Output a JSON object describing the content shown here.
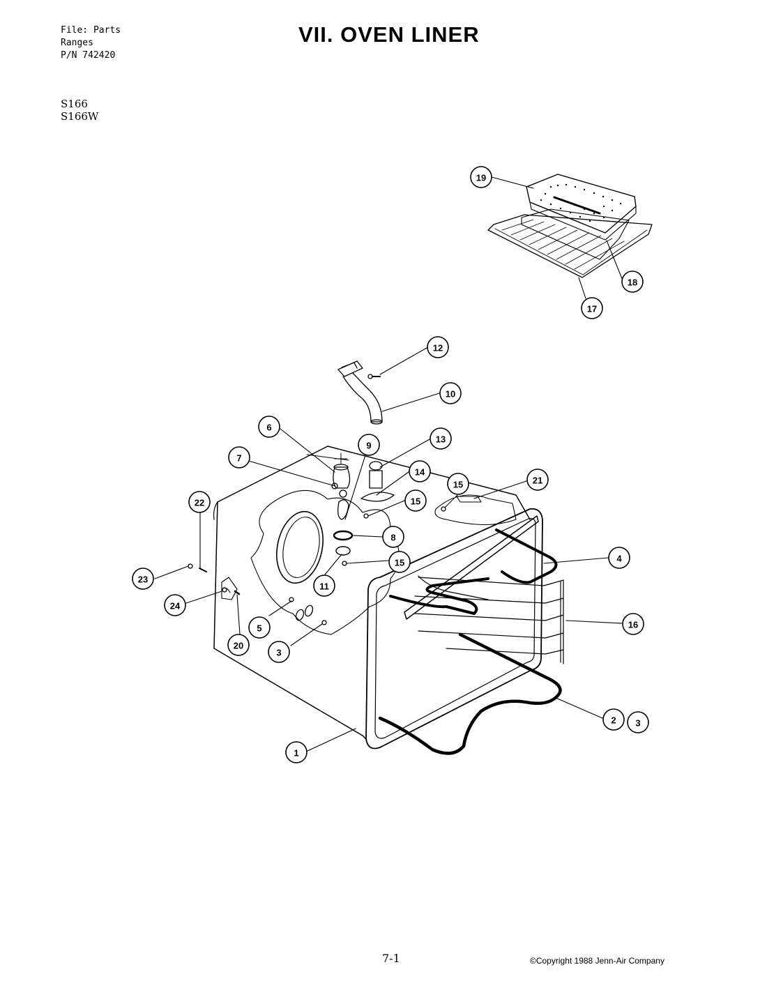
{
  "header": {
    "file_line": "File: Parts",
    "category_line": "Ranges",
    "part_number_line": "P/N 742420"
  },
  "models": [
    "S166",
    "S166W"
  ],
  "title": "VII. OVEN LINER",
  "footer": {
    "page_number": "7-1",
    "copyright": "©Copyright 1988 Jenn-Air Company"
  },
  "callouts": [
    {
      "id": "c19",
      "label": "19"
    },
    {
      "id": "c18",
      "label": "18"
    },
    {
      "id": "c17",
      "label": "17"
    },
    {
      "id": "c12",
      "label": "12"
    },
    {
      "id": "c10",
      "label": "10"
    },
    {
      "id": "c6",
      "label": "6"
    },
    {
      "id": "c9",
      "label": "9"
    },
    {
      "id": "c13",
      "label": "13"
    },
    {
      "id": "c7",
      "label": "7"
    },
    {
      "id": "c14",
      "label": "14"
    },
    {
      "id": "c15a",
      "label": "15"
    },
    {
      "id": "c15b",
      "label": "15"
    },
    {
      "id": "c21",
      "label": "21"
    },
    {
      "id": "c22",
      "label": "22"
    },
    {
      "id": "c8",
      "label": "8"
    },
    {
      "id": "c15c",
      "label": "15"
    },
    {
      "id": "c4",
      "label": "4"
    },
    {
      "id": "c11",
      "label": "11"
    },
    {
      "id": "c23",
      "label": "23"
    },
    {
      "id": "c24",
      "label": "24"
    },
    {
      "id": "c16",
      "label": "16"
    },
    {
      "id": "c5",
      "label": "5"
    },
    {
      "id": "c20",
      "label": "20"
    },
    {
      "id": "c3a",
      "label": "3"
    },
    {
      "id": "c2",
      "label": "2"
    },
    {
      "id": "c3b",
      "label": "3"
    },
    {
      "id": "c1",
      "label": "1"
    }
  ]
}
